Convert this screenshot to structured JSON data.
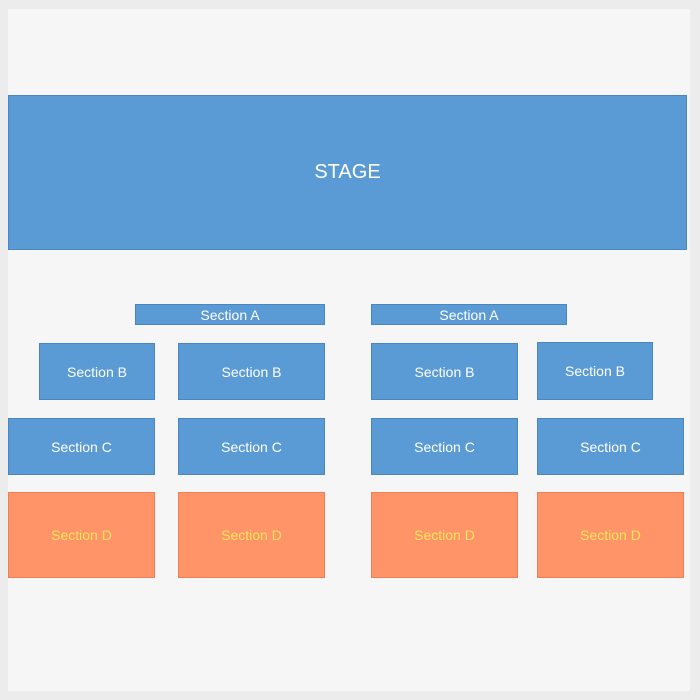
{
  "stage": {
    "label": "STAGE"
  },
  "colors": {
    "background": "#f6f6f6",
    "section_blue": "#5b9bd5",
    "section_orange": "#ff9468",
    "text_white": "#ffffff",
    "text_yellow": "#ffe45c"
  },
  "sections": {
    "a": [
      {
        "label": "Section A"
      },
      {
        "label": "Section A"
      }
    ],
    "b": [
      {
        "label": "Section B"
      },
      {
        "label": "Section B"
      },
      {
        "label": "Section B"
      },
      {
        "label": "Section B"
      }
    ],
    "c": [
      {
        "label": "Section C"
      },
      {
        "label": "Section C"
      },
      {
        "label": "Section C"
      },
      {
        "label": "Section C"
      }
    ],
    "d": [
      {
        "label": "Section D"
      },
      {
        "label": "Section D"
      },
      {
        "label": "Section D"
      },
      {
        "label": "Section D"
      }
    ]
  }
}
